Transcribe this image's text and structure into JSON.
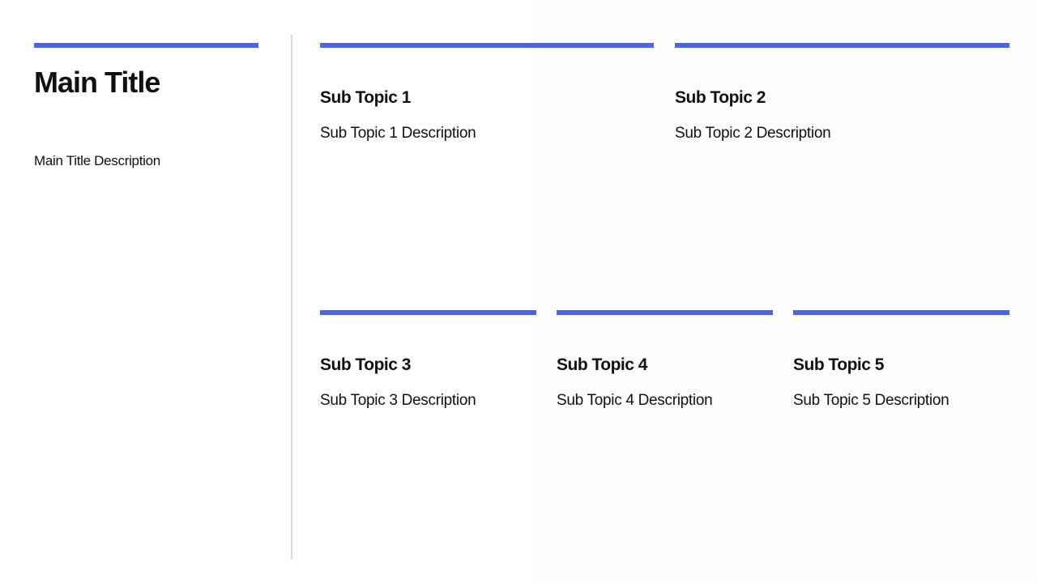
{
  "colors": {
    "accent": "#4a63e7",
    "divider": "#d9d9d9",
    "text": "#111111",
    "background": "#ffffff",
    "right_tint": "#fdfdfd"
  },
  "main": {
    "title": "Main Title",
    "description": "Main Title Description"
  },
  "sub_topics": [
    {
      "title": "Sub Topic 1",
      "description": "Sub Topic 1 Description"
    },
    {
      "title": "Sub Topic 2",
      "description": "Sub Topic 2 Description"
    },
    {
      "title": "Sub Topic 3",
      "description": "Sub Topic 3 Description"
    },
    {
      "title": "Sub Topic 4",
      "description": "Sub Topic 4 Description"
    },
    {
      "title": "Sub Topic 5",
      "description": "Sub Topic 5 Description"
    }
  ]
}
